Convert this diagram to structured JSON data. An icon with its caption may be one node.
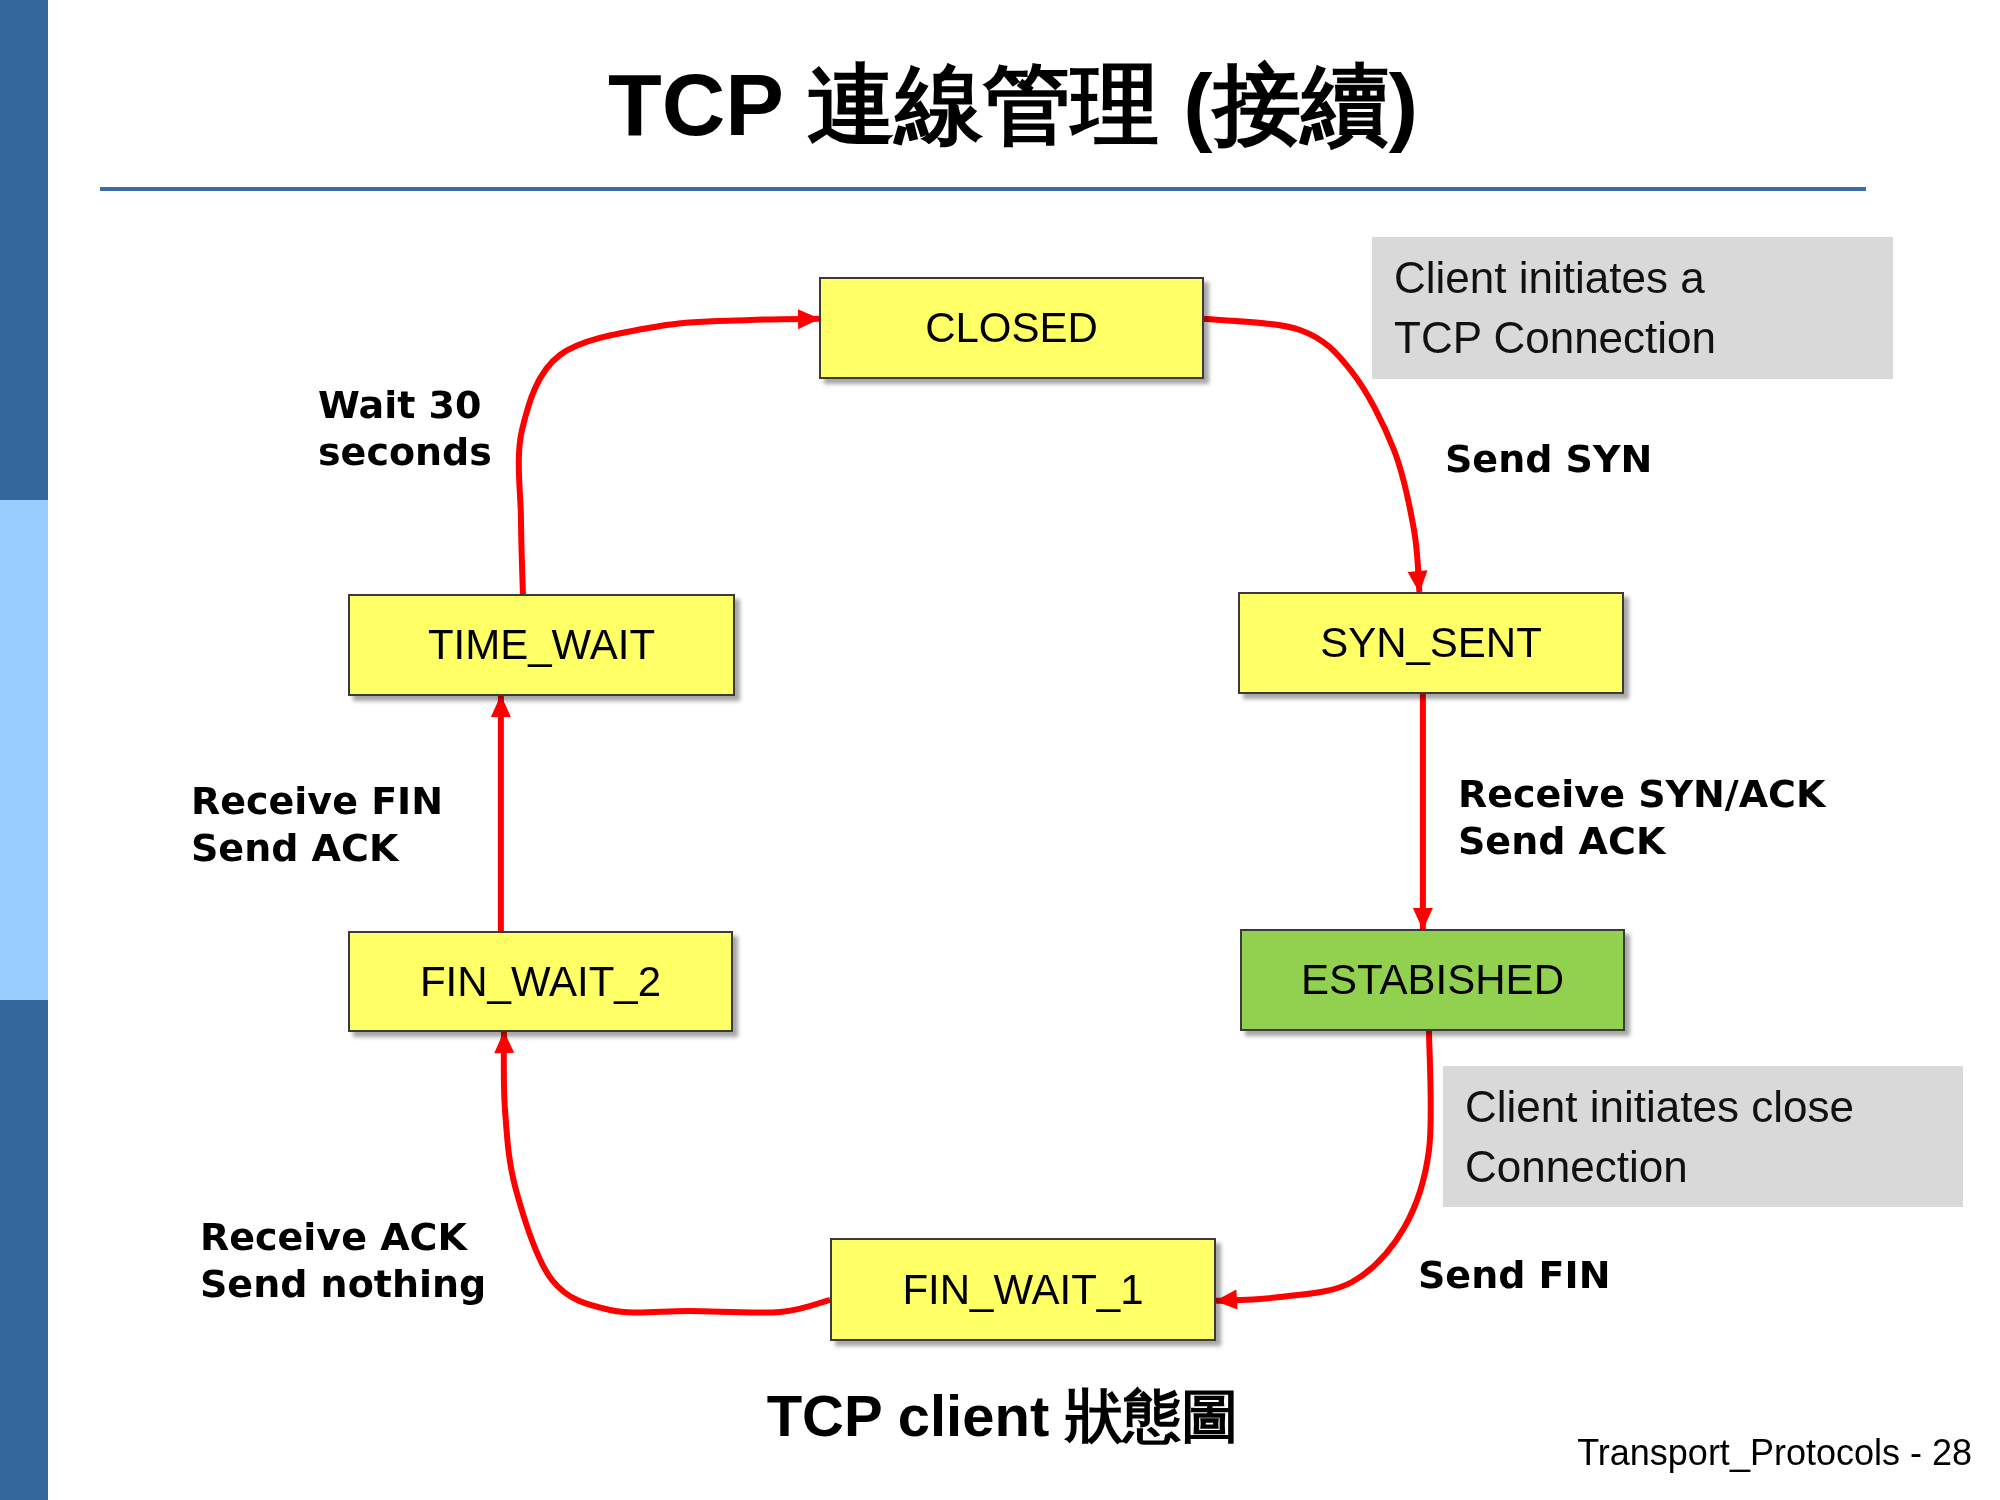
{
  "diagram": {
    "title": "TCP 連線管理 (接續)",
    "caption": "TCP client 狀態圖",
    "nodes": [
      {
        "text": [
          "CLOSED"
        ]
      },
      {
        "text": [
          "Client initiates a TCP Connection"
        ]
      },
      {
        "text": [
          "TIME_WAIT"
        ]
      },
      {
        "text": [
          "SYN_SENT"
        ]
      },
      {
        "text": [
          "FIN_WAIT_2"
        ]
      },
      {
        "text": [
          "ESTABISHED"
        ]
      },
      {
        "text": [
          "Client initiates close Connection"
        ]
      },
      {
        "text": [
          "FIN_WAIT_1"
        ]
      }
    ],
    "edges": [
      {
        "from": 0,
        "to": 3,
        "arrow": "to",
        "label": "Send SYN"
      },
      {
        "from": 3,
        "to": 5,
        "arrow": "to",
        "label": "Receive SYN/ACK Send ACK"
      },
      {
        "from": 5,
        "to": 7,
        "arrow": "to",
        "label": "Send FIN"
      },
      {
        "from": 7,
        "to": 4,
        "arrow": "to",
        "label": "Receive ACK Send nothing"
      },
      {
        "from": 4,
        "to": 2,
        "arrow": "to",
        "label": "Receive FIN Send ACK"
      },
      {
        "from": 2,
        "to": 0,
        "arrow": "to",
        "label": "Wait 30 seconds"
      }
    ],
    "labels": [
      "Transport_Protocols - 28"
    ]
  }
}
